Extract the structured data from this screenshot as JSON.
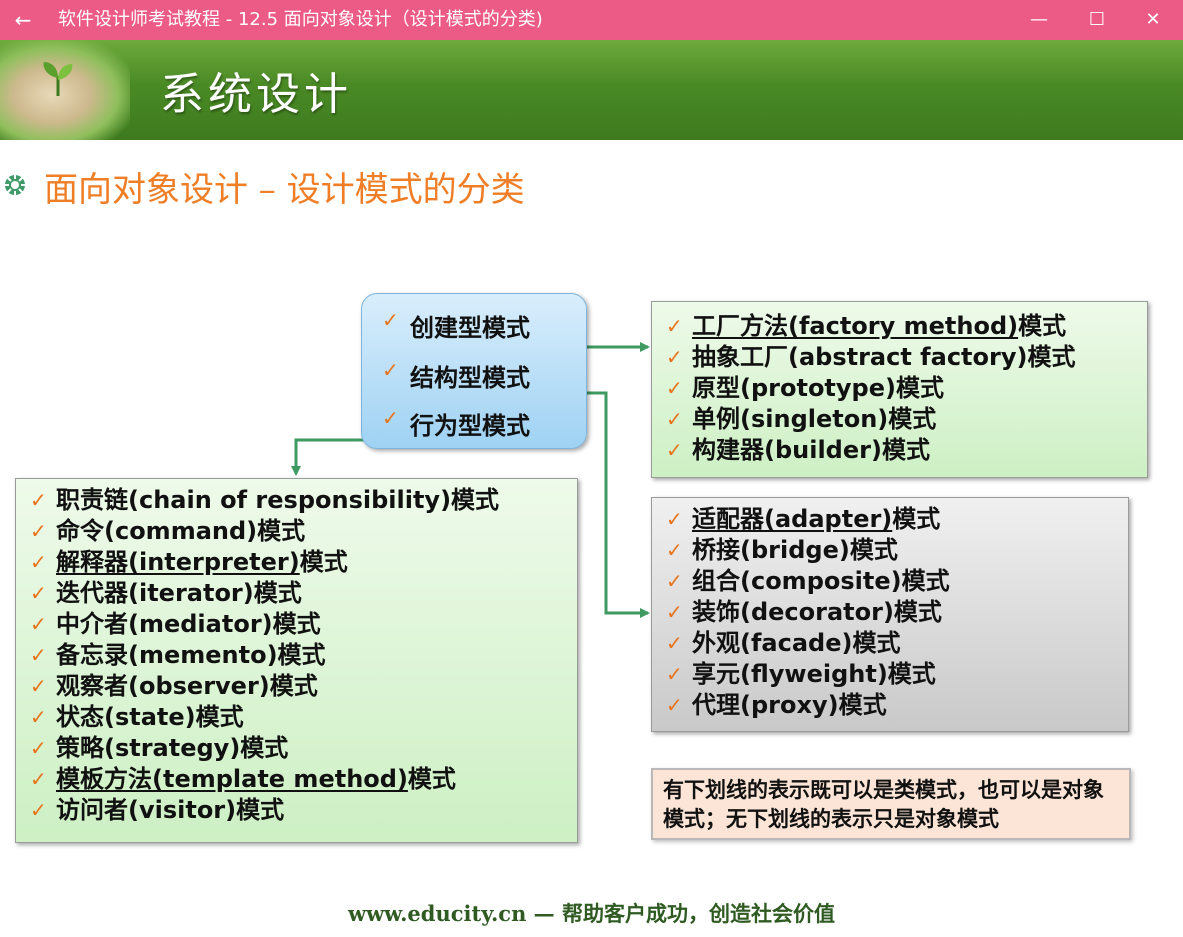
{
  "window": {
    "title": "软件设计师考试教程 - 12.5  面向对象设计（设计模式的分类)",
    "back_glyph": "←",
    "minimize_glyph": "—",
    "maximize_glyph": "☐",
    "close_glyph": "✕",
    "title_bar_color": "#ec5a86"
  },
  "slide": {
    "title": "系统设计",
    "heading": "面向对象设计 – 设计模式的分类",
    "heading_color": "#ef7e26",
    "banner_color": "#4a8a25",
    "check_glyph": "✓",
    "check_color": "#e8731a"
  },
  "categories": [
    "创建型模式",
    "结构型模式",
    "行为型模式"
  ],
  "creational_patterns": [
    {
      "name": "工厂方法",
      "en": "factory method",
      "underline": true
    },
    {
      "name": "抽象工厂",
      "en": "abstract factory",
      "underline": false
    },
    {
      "name": "原型",
      "en": "prototype",
      "underline": false
    },
    {
      "name": "单例",
      "en": "singleton",
      "underline": false
    },
    {
      "name": "构建器",
      "en": "builder",
      "underline": false
    }
  ],
  "structural_patterns": [
    {
      "name": "适配器",
      "en": "adapter",
      "underline": true
    },
    {
      "name": "桥接",
      "en": "bridge",
      "underline": false
    },
    {
      "name": "组合",
      "en": "composite",
      "underline": false
    },
    {
      "name": "装饰",
      "en": "decorator",
      "underline": false
    },
    {
      "name": "外观",
      "en": "facade",
      "underline": false
    },
    {
      "name": "享元",
      "en": "flyweight",
      "underline": false
    },
    {
      "name": "代理",
      "en": "proxy",
      "underline": false
    }
  ],
  "behavioral_patterns": [
    {
      "name": "职责链",
      "en": "chain of responsibility",
      "underline": false
    },
    {
      "name": "命令",
      "en": "command",
      "underline": false
    },
    {
      "name": "解释器",
      "en": "interpreter",
      "underline": true
    },
    {
      "name": "迭代器",
      "en": "iterator",
      "underline": false
    },
    {
      "name": "中介者",
      "en": "mediator",
      "underline": false
    },
    {
      "name": "备忘录",
      "en": "memento",
      "underline": false
    },
    {
      "name": "观察者",
      "en": "observer",
      "underline": false
    },
    {
      "name": "状态",
      "en": "state",
      "underline": false
    },
    {
      "name": "策略",
      "en": "strategy",
      "underline": false
    },
    {
      "name": "模板方法",
      "en": "template method",
      "underline": true
    },
    {
      "name": "访问者",
      "en": "visitor",
      "underline": false
    }
  ],
  "pattern_suffix": "模式",
  "note": "有下划线的表示既可以是类模式，也可以是对象模式；无下划线的表示只是对象模式",
  "footer": "www.educity.cn — 帮助客户成功，创造社会价值"
}
